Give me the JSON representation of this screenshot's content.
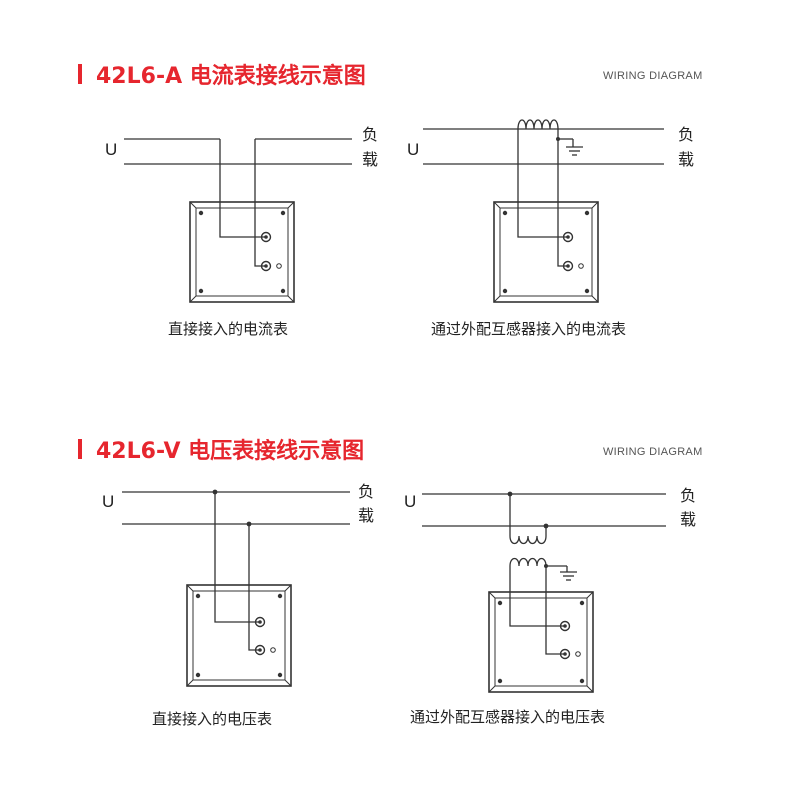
{
  "sections": [
    {
      "title": "42L6-A 电流表接线示意图",
      "subtitle": "WIRING DIAGRAM",
      "diagrams": [
        {
          "caption": "直接接入的电流表",
          "source_label": "U",
          "load_label_1": "负",
          "load_label_2": "载"
        },
        {
          "caption": "通过外配互感器接入的电流表",
          "source_label": "U",
          "load_label_1": "负",
          "load_label_2": "载"
        }
      ]
    },
    {
      "title": "42L6-V 电压表接线示意图",
      "subtitle": "WIRING DIAGRAM",
      "diagrams": [
        {
          "caption": "直接接入的电压表",
          "source_label": "U",
          "load_label_1": "负",
          "load_label_2": "载"
        },
        {
          "caption": "通过外配互感器接入的电压表",
          "source_label": "U",
          "load_label_1": "负",
          "load_label_2": "载"
        }
      ]
    }
  ],
  "colors": {
    "accent": "#e6262e",
    "line": "#333333",
    "text": "#222222"
  }
}
